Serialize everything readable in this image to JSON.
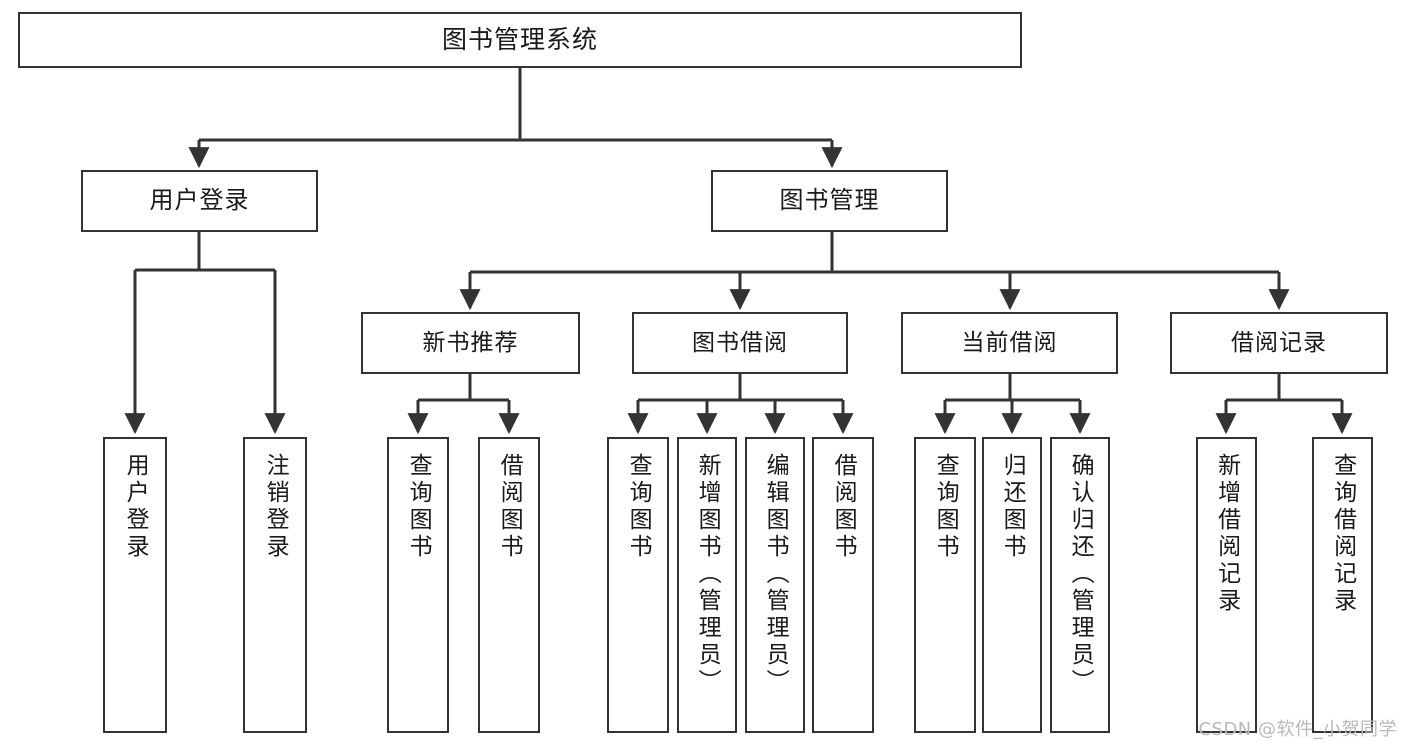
{
  "diagram": {
    "title": "图书管理系统",
    "type": "tree-hierarchy",
    "background_color": "#ffffff",
    "node_border_color": "#333333",
    "node_fill_color": "#ffffff",
    "text_color": "#1a1a1a"
  },
  "root": {
    "label": "图书管理系统"
  },
  "level2": [
    {
      "label": "用户登录"
    },
    {
      "label": "图书管理"
    }
  ],
  "level3": [
    {
      "label": "新书推荐"
    },
    {
      "label": "图书借阅"
    },
    {
      "label": "当前借阅"
    },
    {
      "label": "借阅记录"
    }
  ],
  "leaves": {
    "user_login": [
      {
        "label": "用户登录"
      },
      {
        "label": "注销登录"
      }
    ],
    "new_book_recommend": [
      {
        "label": "查询图书"
      },
      {
        "label": "借阅图书"
      }
    ],
    "book_borrow": [
      {
        "label": "查询图书"
      },
      {
        "label": "新增图书（管理员）"
      },
      {
        "label": "编辑图书（管理员）"
      },
      {
        "label": "借阅图书"
      }
    ],
    "current_borrow": [
      {
        "label": "查询图书"
      },
      {
        "label": "归还图书"
      },
      {
        "label": "确认归还（管理员）"
      }
    ],
    "borrow_record": [
      {
        "label": "新增借阅记录"
      },
      {
        "label": "查询借阅记录"
      }
    ]
  },
  "watermark": {
    "text": "CSDN @软件_小贺同学",
    "color": "#b9b9b9"
  }
}
